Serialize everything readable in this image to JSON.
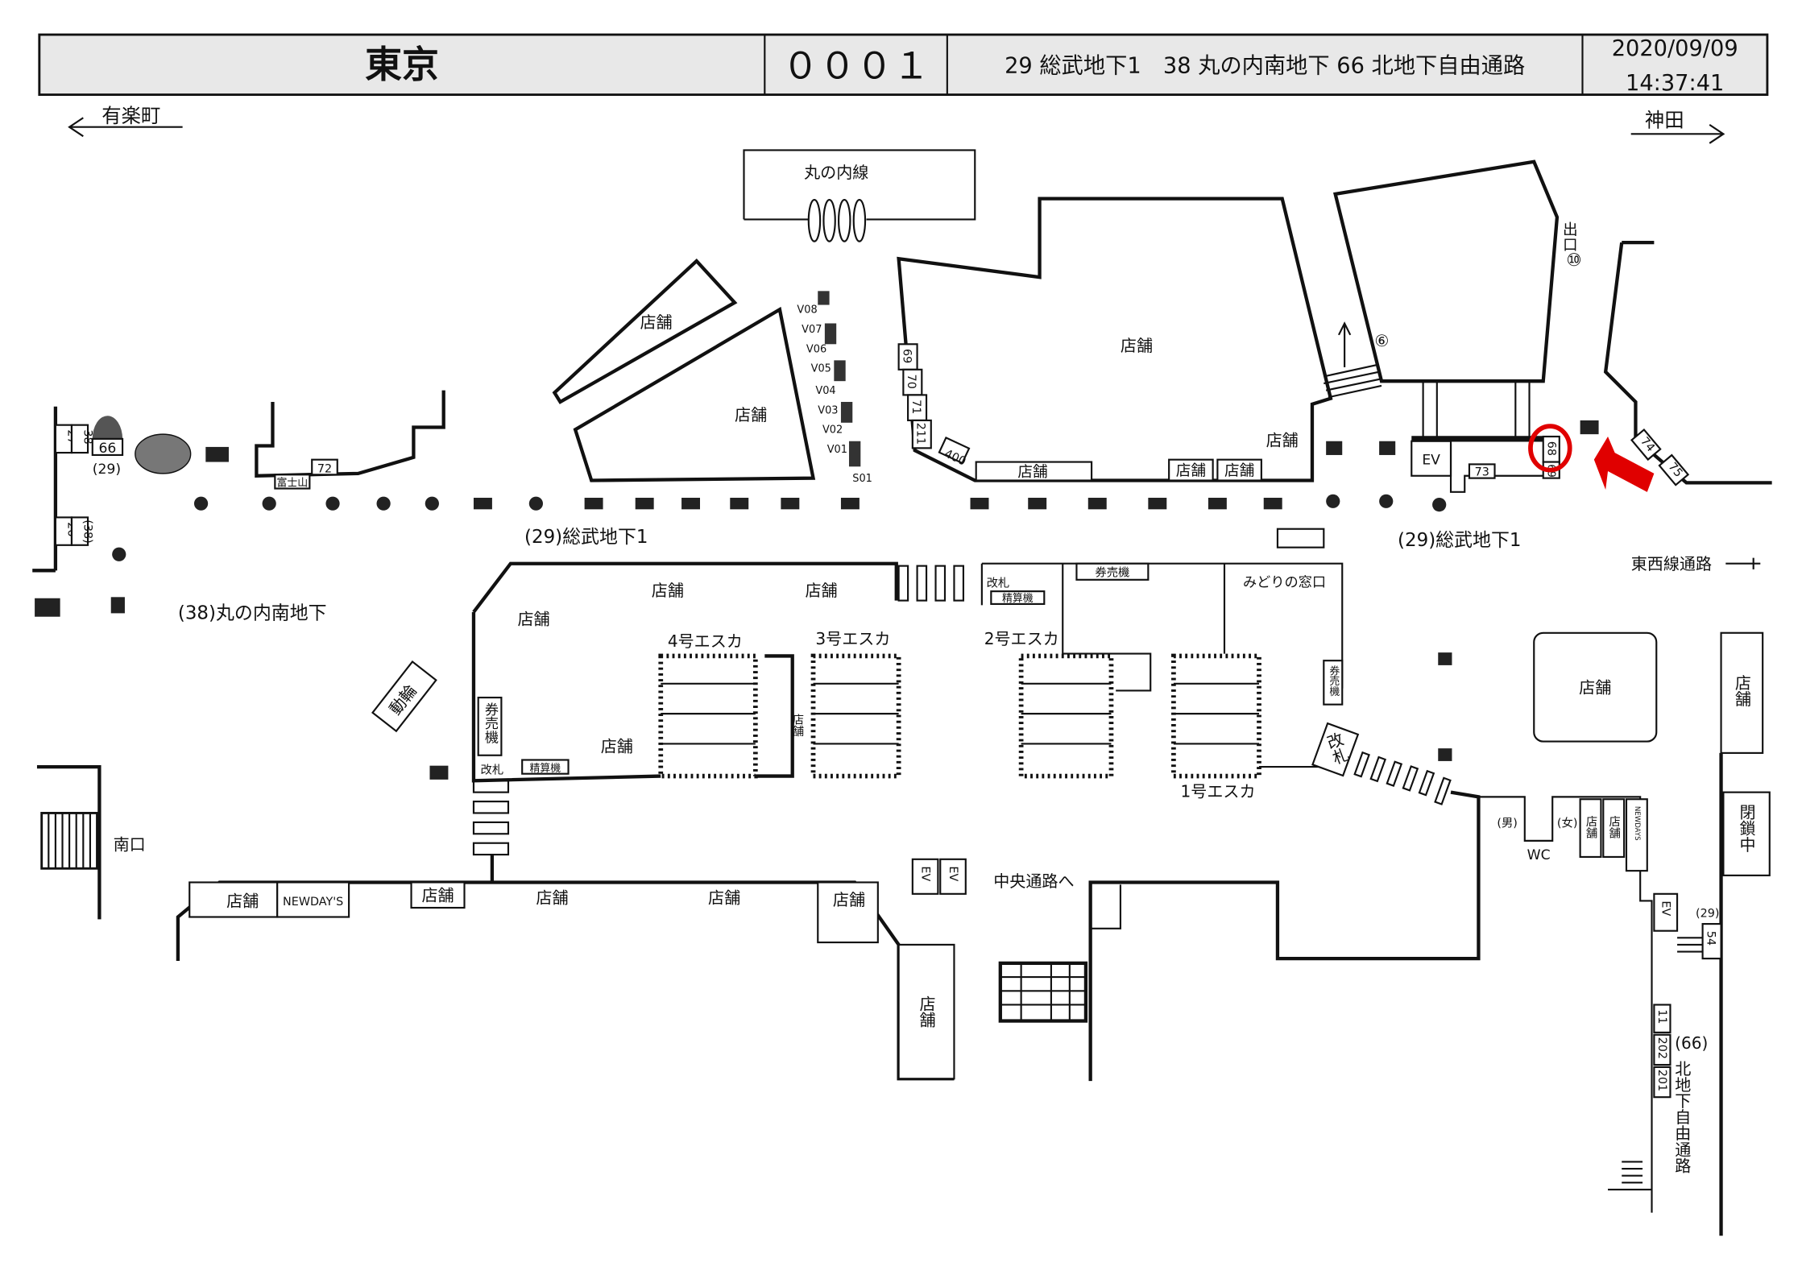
{
  "header": {
    "station": "東京",
    "code": "０００１",
    "lines": "29 総武地下1　38 丸の内南地下 66 北地下自由通路",
    "date": "2020/09/09",
    "time": "14:37:41"
  },
  "directions": {
    "left": "有楽町",
    "right": "神田",
    "tozai": "東西線通路",
    "chuo": "中央通路へ",
    "minami": "南口",
    "exit": "出口",
    "exit_no": "⑩",
    "exit6": "⑥"
  },
  "areas": {
    "sobu_left": "(29)総武地下1",
    "sobu_right": "(29)総武地下1",
    "marunouchi_south": "(38)丸の内南地下",
    "marunouchi_line": "丸の内線",
    "kita_num": "(66)",
    "kita": "北地下自由通路",
    "closed": "閉鎖中",
    "fujisan": "富士山",
    "dorin": "動輪"
  },
  "labels": {
    "shop": "店舗",
    "ticket_machine": "券売機",
    "fare_adjust": "精算機",
    "gate": "改札",
    "midori": "みどりの窓口",
    "ev": "EV",
    "wc": "WC",
    "men": "(男)",
    "women": "(女)",
    "newdays": "NEWDAY'S",
    "newdays_v": "NEWDAYS",
    "esc1": "1号エスカ",
    "esc2": "2号エスカ",
    "esc3": "3号エスカ",
    "esc4": "4号エスカ"
  },
  "ads": {
    "a27": "27",
    "a38a": "38",
    "a66": "66",
    "a29": "(29)",
    "a26": "26",
    "a38b": "(38)",
    "a72": "72",
    "a69": "69",
    "a70": "70",
    "a71": "71",
    "a211": "211",
    "a400": "400",
    "a68": "68",
    "a69b": "69",
    "a73": "73",
    "a74": "74",
    "a75": "75",
    "a29b": "(29)",
    "a54": "54",
    "a11": "11",
    "a202": "202",
    "a201": "201",
    "v08": "V08",
    "v07": "V07",
    "v06": "V06",
    "v05": "V05",
    "v04": "V04",
    "v03": "V03",
    "v02": "V02",
    "v01": "V01",
    "s01": "S01"
  },
  "highlight": {
    "target": "68",
    "color": "#e00000"
  }
}
